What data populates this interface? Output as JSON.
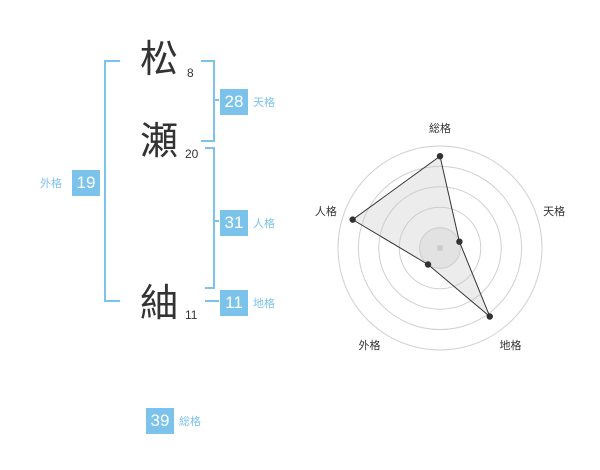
{
  "name_chars": [
    {
      "char": "松",
      "strokes": "8"
    },
    {
      "char": "瀬",
      "strokes": "20"
    },
    {
      "char": "紬",
      "strokes": "11"
    }
  ],
  "kakusu": {
    "tenkaku": {
      "value": "28",
      "label": "天格"
    },
    "jinkaku": {
      "value": "31",
      "label": "人格"
    },
    "chikaku": {
      "value": "11",
      "label": "地格"
    },
    "gaikaku": {
      "value": "19",
      "label": "外格"
    },
    "soukaku": {
      "value": "39",
      "label": "総格"
    }
  },
  "colors": {
    "accent": "#7cc3ec",
    "text": "#333333",
    "grid": "#d0d0d0",
    "fill": "#eeeeee"
  },
  "chart_data": {
    "type": "radar",
    "axes": [
      "総格",
      "天格",
      "地格",
      "外格",
      "人格"
    ],
    "values": [
      0.9,
      0.2,
      0.83,
      0.2,
      0.9
    ],
    "rings": 5,
    "max": 1
  }
}
